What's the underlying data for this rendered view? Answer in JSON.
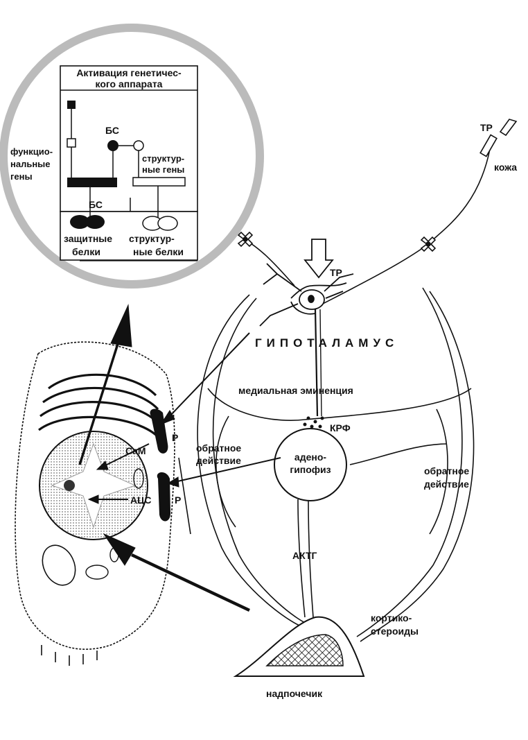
{
  "inset": {
    "header_line1": "Активация генетичес-",
    "header_line2": "кого аппарата",
    "functional_genes_line1": "функцио-",
    "functional_genes_line2": "нальные",
    "functional_genes_line3": "гены",
    "bs_top": "БС",
    "structural_genes_line1": "структур-",
    "structural_genes_line2": "ные гены",
    "bs_bottom": "БС",
    "protective_proteins_line1": "защитные",
    "protective_proteins_line2": "белки",
    "structural_proteins_line1": "структур-",
    "structural_proteins_line2": "ные белки"
  },
  "labels": {
    "tr_skin": "ТР",
    "skin": "кожа",
    "tr_center": "ТР",
    "hypothalamus": "ГИПОТАЛАМУС",
    "medial_eminence": "медиальная эминенция",
    "krf": "КРФ",
    "feedback_left_line1": "обратное",
    "feedback_left_line2": "действие",
    "adenohypophysis_line1": "адено-",
    "adenohypophysis_line2": "гипофиз",
    "feedback_right_line1": "обратное",
    "feedback_right_line2": "действие",
    "acth": "АКТГ",
    "corticosteroids_line1": "кортико-",
    "corticosteroids_line2": "стероиды",
    "adrenal": "надпочечик",
    "cam": "CaM",
    "acs": "АЦС",
    "p_top": "P",
    "p_bottom": "P"
  }
}
